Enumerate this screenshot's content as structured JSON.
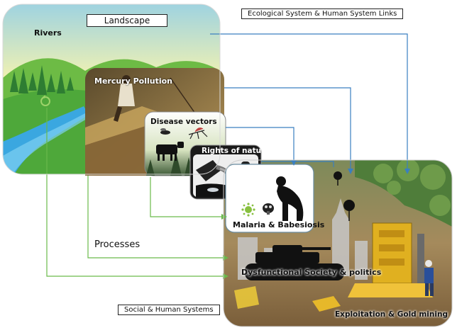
{
  "labels": {
    "landscape": "Landscape",
    "rivers": "Rivers",
    "links": "Ecological System & Human System Links",
    "mercury": "Mercury Pollution",
    "vectors": "Disease vectors",
    "rights": "Rights of nature",
    "malaria": "Malaria & Babesiosis",
    "processes": "Processes",
    "dysfunctional": "Dysfunctional Society & politics",
    "social": "Social & Human Systems",
    "exploitation": "Exploitation  & Gold mining"
  },
  "colors": {
    "green_line": "#6aba4a",
    "blue_line": "#3a7fc0",
    "sky": "#bfe5ef",
    "grass": "#4caf50",
    "river": "#3aa7e0",
    "soil": "#8a6a3c",
    "mine_soil": "#9a7b4f",
    "machine": "#e0b020"
  },
  "icons": [
    "recycle-icon",
    "mosquito-icon",
    "cow-icon",
    "fly-icon",
    "pipe-icon",
    "virus-icon",
    "gas-mask-icon",
    "sick-person-icon",
    "balloon-icon",
    "tank-icon",
    "skyline-icon",
    "miner-icon"
  ]
}
